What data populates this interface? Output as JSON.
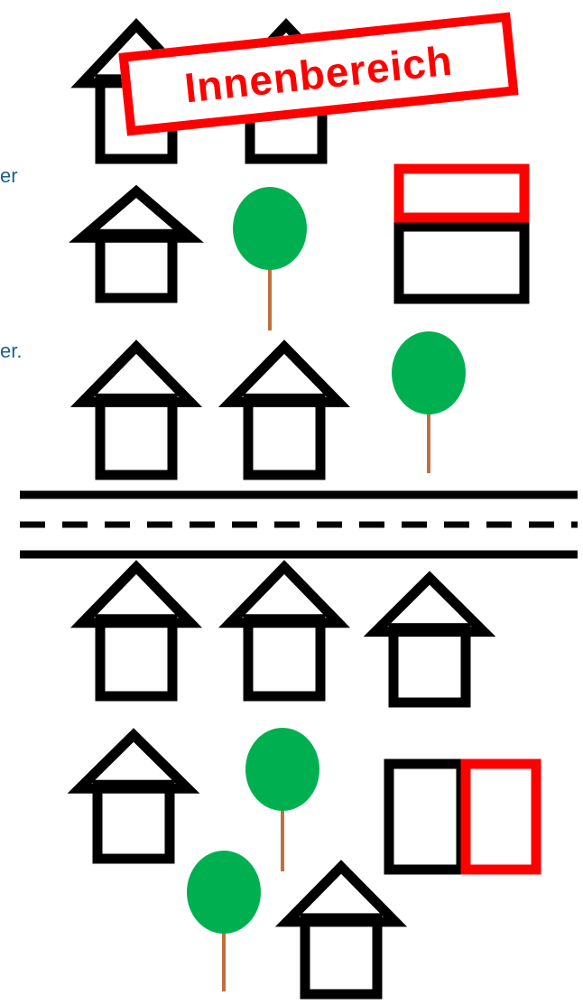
{
  "stamp": {
    "text": "Innenbereich"
  },
  "cut_text": [
    "er",
    "er."
  ],
  "colors": {
    "house": "#000000",
    "tree_crown": "#00b050",
    "tree_trunk": "#c07040",
    "highlight": "#ff0000",
    "road": "#000000",
    "text": "#1f5f8f"
  },
  "icons": [
    "house-icon",
    "tree-icon",
    "building-plot-icon",
    "road",
    "stamp"
  ]
}
